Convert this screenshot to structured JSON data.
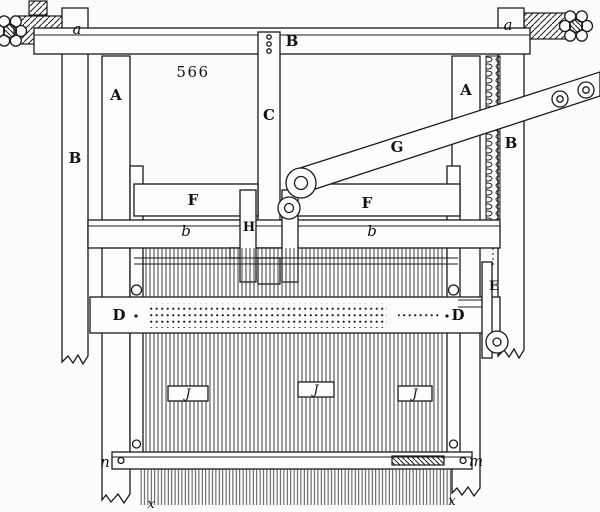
{
  "figure": {
    "number": "566",
    "labels": {
      "a_left": "a",
      "a_right": "a",
      "b_top": "B",
      "b_left_post": "B",
      "b_right_post": "B",
      "a_frame_left": "A",
      "a_frame_right": "A",
      "c_bar": "C",
      "g_lever": "G",
      "f_left": "F",
      "f_right": "F",
      "b_beam_left": "b",
      "b_beam_right": "b",
      "h_mech": "H",
      "d_left": "D",
      "d_right": "D",
      "e_bracket": "E",
      "j_left": "J",
      "j_mid": "J",
      "j_right": "J",
      "n_bar": "n",
      "m_bar": "m",
      "x_left": "x",
      "x_right": "x"
    }
  }
}
